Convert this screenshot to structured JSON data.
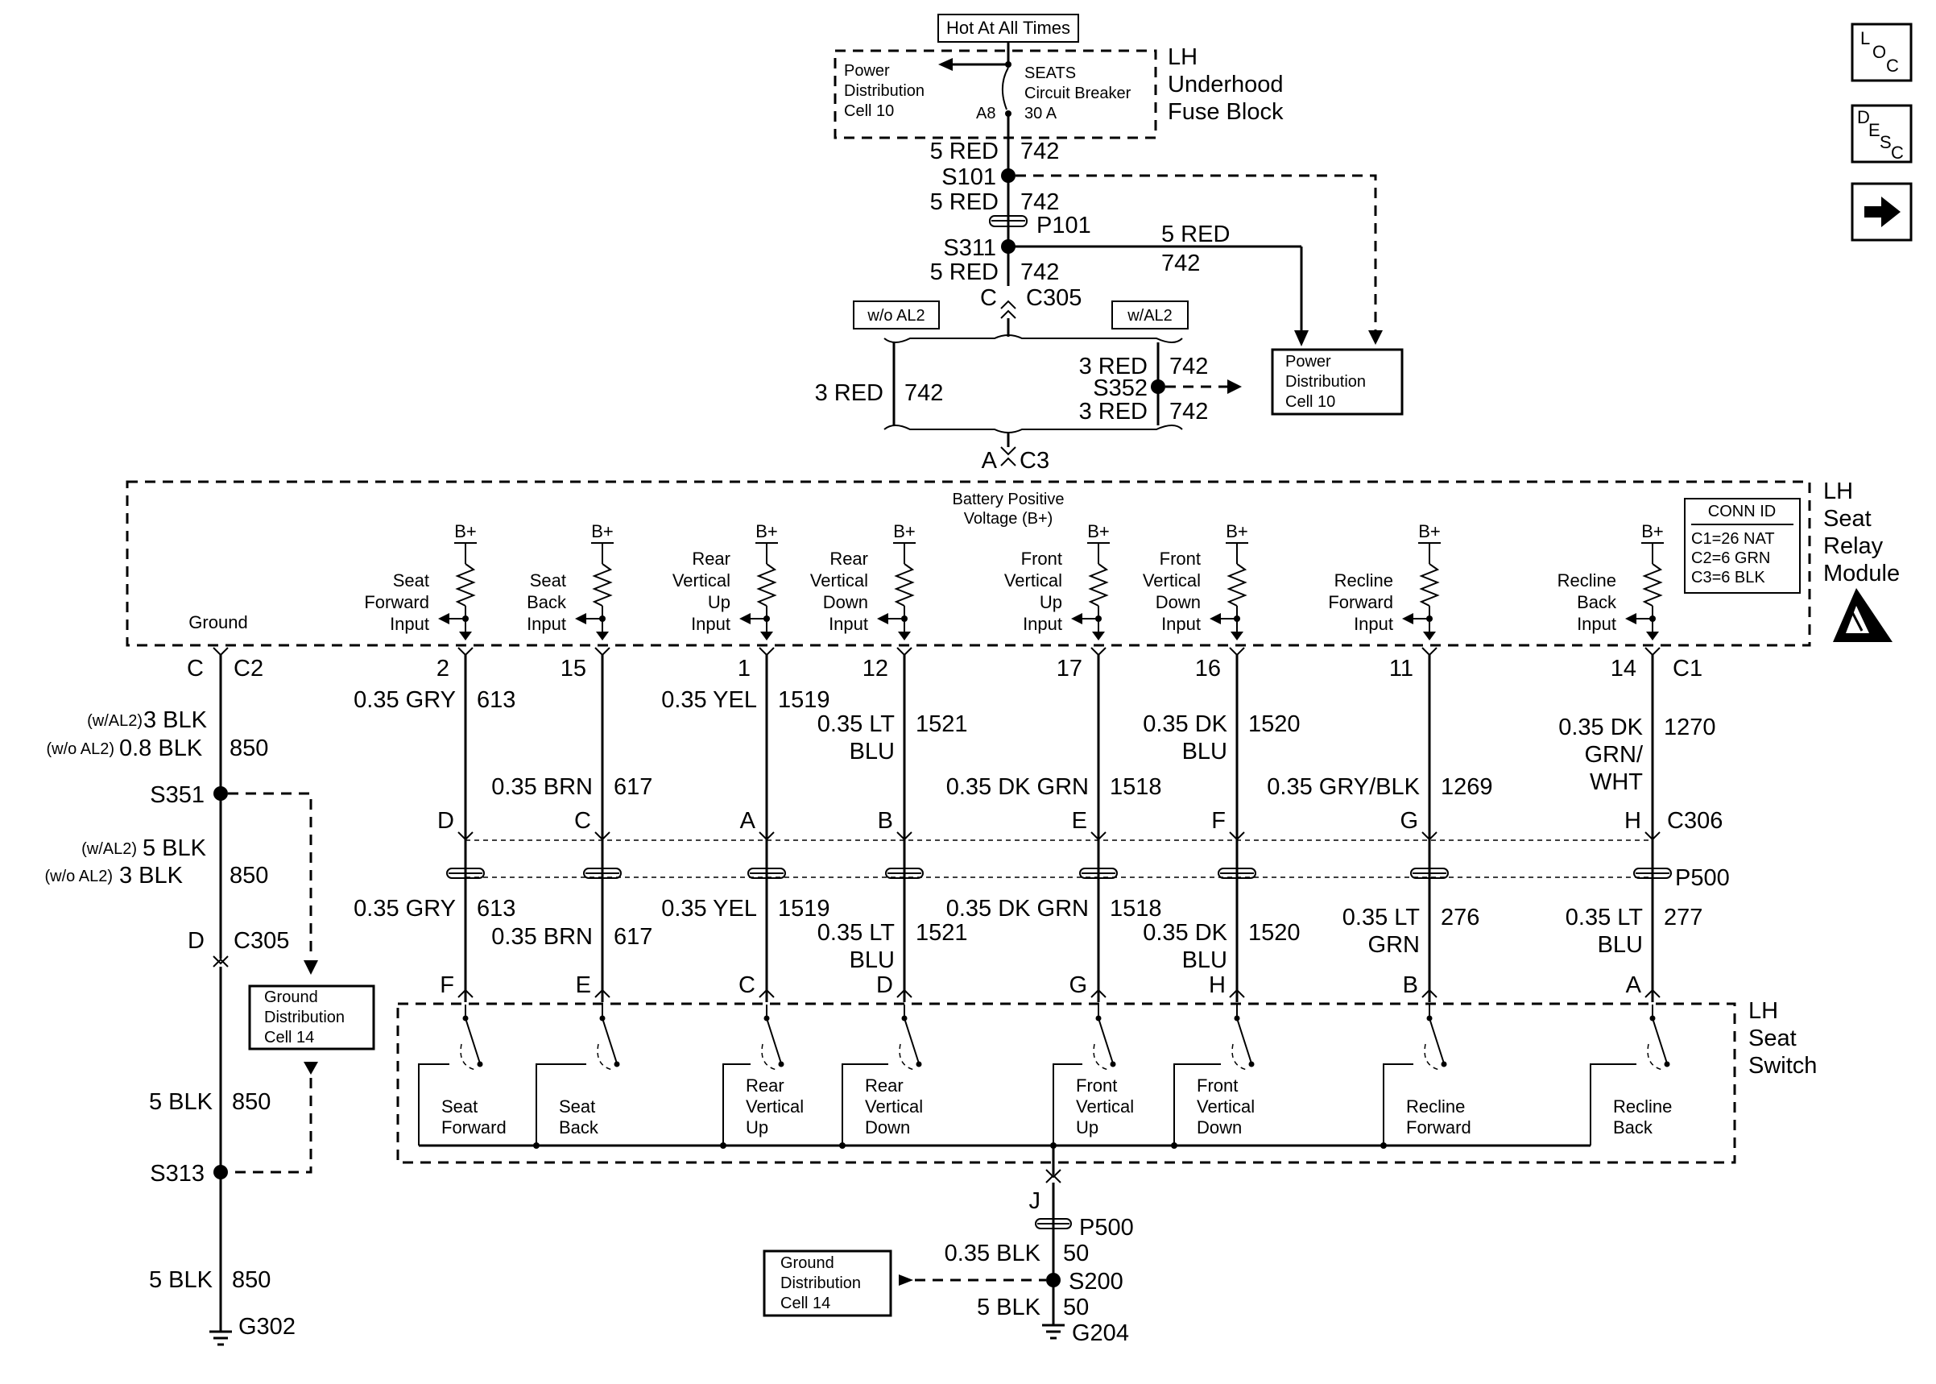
{
  "fuse_block": {
    "hot_label": "Hot At All Times",
    "fuse_name": "SEATS",
    "fuse_type": "Circuit Breaker",
    "fuse_rating": "30 A",
    "pin": "A8",
    "pdc_line1": "Power",
    "pdc_line2": "Distribution",
    "pdc_line3": "Cell 10",
    "title_line1": "LH",
    "title_line2": "Underhood",
    "title_line3": "Fuse Block"
  },
  "feed": {
    "w1_size": "5 RED",
    "w1_circuit": "742",
    "splice1": "S101",
    "w2_size": "5 RED",
    "w2_circuit": "742",
    "pass1": "P101",
    "splice2": "S311",
    "w3_size": "5 RED",
    "w3_circuit": "742",
    "branch_size": "5 RED",
    "branch_circuit": "742",
    "conn_pin": "C",
    "conn": "C305",
    "opt_without": "w/o AL2",
    "opt_with": "w/AL2",
    "wo_size": "3 RED",
    "wo_circuit": "742",
    "wa_size_top": "3 RED",
    "wa_circuit_top": "742",
    "splice3": "S352",
    "wa_size_bot": "3 RED",
    "wa_circuit_bot": "742",
    "relay_pin": "A",
    "relay_conn": "C3",
    "pdc_line1": "Power",
    "pdc_line2": "Distribution",
    "pdc_line3": "Cell 10"
  },
  "relay_module": {
    "title_line1": "LH",
    "title_line2": "Seat",
    "title_line3": "Relay",
    "title_line4": "Module",
    "bpv_line1": "Battery Positive",
    "bpv_line2": "Voltage (B+)",
    "conn_id_title": "CONN ID",
    "conn_id_rows": [
      "C1=26 NAT",
      "C2=6  GRN",
      "C3=6  BLK"
    ],
    "ground_label": "Ground",
    "bplus": "B+",
    "ground_pin": "C",
    "ground_conn": "C2",
    "c1_label": "C1",
    "channels": [
      {
        "input": [
          "Seat",
          "Forward",
          "Input"
        ],
        "pin": "2",
        "upper_size": [
          "0.35 GRY"
        ],
        "upper_circuit": "613",
        "c306_pin": "D",
        "lower_size": [
          "0.35 GRY"
        ],
        "lower_circuit": "613",
        "switch_pin": "F",
        "switch_label": [
          "Seat",
          "Forward"
        ]
      },
      {
        "input": [
          "Seat",
          "Back",
          "Input"
        ],
        "pin": "15",
        "upper_size": [
          "0.35 BRN"
        ],
        "upper_circuit": "617",
        "c306_pin": "C",
        "lower_size": [
          "0.35 BRN"
        ],
        "lower_circuit": "617",
        "switch_pin": "E",
        "switch_label": [
          "Seat",
          "Back"
        ]
      },
      {
        "input": [
          "Rear",
          "Vertical",
          "Up",
          "Input"
        ],
        "pin": "1",
        "upper_size": [
          "0.35 YEL"
        ],
        "upper_circuit": "1519",
        "c306_pin": "A",
        "lower_size": [
          "0.35 YEL"
        ],
        "lower_circuit": "1519",
        "switch_pin": "C",
        "switch_label": [
          "Rear",
          "Vertical",
          "Up"
        ]
      },
      {
        "input": [
          "Rear",
          "Vertical",
          "Down",
          "Input"
        ],
        "pin": "12",
        "upper_size": [
          "0.35 LT",
          "BLU"
        ],
        "upper_circuit": "1521",
        "c306_pin": "B",
        "lower_size": [
          "0.35 LT",
          "BLU"
        ],
        "lower_circuit": "1521",
        "switch_pin": "D",
        "switch_label": [
          "Rear",
          "Vertical",
          "Down"
        ]
      },
      {
        "input": [
          "Front",
          "Vertical",
          "Up",
          "Input"
        ],
        "pin": "17",
        "upper_size": [
          "0.35 DK GRN"
        ],
        "upper_circuit": "1518",
        "c306_pin": "E",
        "lower_size": [
          "0.35 DK GRN"
        ],
        "lower_circuit": "1518",
        "switch_pin": "G",
        "switch_label": [
          "Front",
          "Vertical",
          "Up"
        ]
      },
      {
        "input": [
          "Front",
          "Vertical",
          "Down",
          "Input"
        ],
        "pin": "16",
        "upper_size": [
          "0.35 DK",
          "BLU"
        ],
        "upper_circuit": "1520",
        "c306_pin": "F",
        "lower_size": [
          "0.35 DK",
          "BLU"
        ],
        "lower_circuit": "1520",
        "switch_pin": "H",
        "switch_label": [
          "Front",
          "Vertical",
          "Down"
        ]
      },
      {
        "input": [
          "Recline",
          "Forward",
          "Input"
        ],
        "pin": "11",
        "upper_size": [
          "0.35 GRY/BLK"
        ],
        "upper_circuit": "1269",
        "c306_pin": "G",
        "lower_size": [
          "0.35 LT",
          "GRN"
        ],
        "lower_circuit": "276",
        "switch_pin": "B",
        "switch_label": [
          "Recline",
          "Forward"
        ]
      },
      {
        "input": [
          "Recline",
          "Back",
          "Input"
        ],
        "pin": "14",
        "upper_size": [
          "0.35 DK",
          "GRN/",
          "WHT"
        ],
        "upper_circuit": "1270",
        "c306_pin": "H",
        "lower_size": [
          "0.35 LT",
          "BLU"
        ],
        "lower_circuit": "277",
        "switch_pin": "A",
        "switch_label": [
          "Recline",
          "Back"
        ]
      }
    ],
    "c306_label": "C306",
    "p500_label": "P500"
  },
  "seat_switch": {
    "title_line1": "LH",
    "title_line2": "Seat",
    "title_line3": "Switch",
    "out_pin": "J",
    "out_pass": "P500",
    "w1_size": "0.35 BLK",
    "w1_circuit": "50",
    "splice": "S200",
    "w2_size": "5 BLK",
    "w2_circuit": "50",
    "ground": "G204",
    "gdc_line1": "Ground",
    "gdc_line2": "Distribution",
    "gdc_line3": "Cell 14"
  },
  "ground_path": {
    "w1_opt_with": "(w/AL2)",
    "w1_size_with": "3 BLK",
    "w1_opt_without": "(w/o AL2)",
    "w1_size_without": "0.8 BLK",
    "w1_circuit": "850",
    "splice1": "S351",
    "w2_opt_with": "(w/AL2)",
    "w2_size_with": "5 BLK",
    "w2_opt_without": "(w/o AL2)",
    "w2_size_without": "3 BLK",
    "w2_circuit": "850",
    "conn_pin": "D",
    "conn": "C305",
    "w3_size": "5 BLK",
    "w3_circuit": "850",
    "splice2": "S313",
    "w4_size": "5 BLK",
    "w4_circuit": "850",
    "ground": "G302",
    "gdc_line1": "Ground",
    "gdc_line2": "Distribution",
    "gdc_line3": "Cell 14"
  },
  "nav_buttons": {
    "loc": [
      "L",
      "O",
      "C"
    ],
    "desc": [
      "D",
      "E",
      "S",
      "C"
    ]
  },
  "icons": {
    "forward": "arrow-right-icon",
    "esd": "esd-warning-icon",
    "ground": "ground-symbol-icon"
  }
}
